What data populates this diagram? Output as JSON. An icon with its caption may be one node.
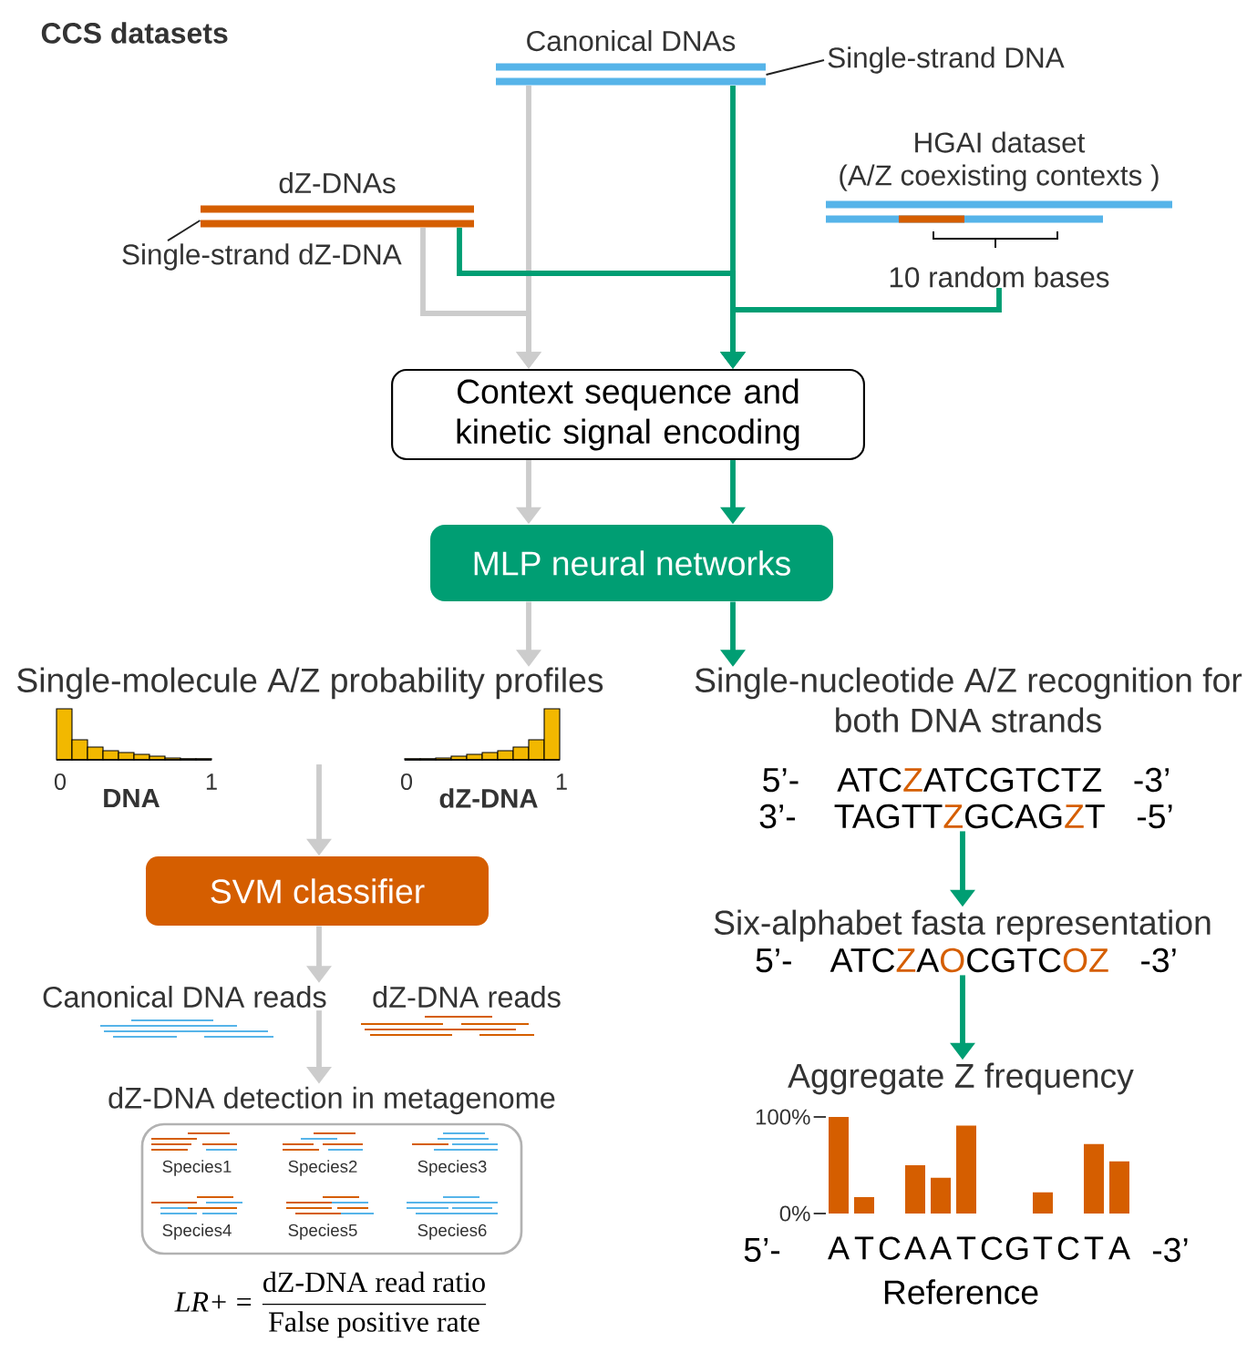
{
  "diagram": {
    "title": "CCS datasets",
    "nodes": [
      {
        "text": [
          "Canonical DNAs"
        ]
      },
      {
        "text": [
          "Single-strand DNA"
        ]
      },
      {
        "text": [
          "dZ-DNAs"
        ]
      },
      {
        "text": [
          "Single-strand dZ-DNA"
        ]
      },
      {
        "text": [
          "HGAI dataset",
          "(A/Z coexisting contexts )",
          "10 random bases"
        ]
      },
      {
        "text": [
          "Context sequence and kinetic signal encoding"
        ]
      },
      {
        "text": [
          "MLP neural networks"
        ]
      },
      {
        "text": [
          "Single-molecule A/Z probability profiles"
        ]
      },
      {
        "text": [
          "Single-nucleotide A/Z recognition for both DNA strands"
        ]
      },
      {
        "text": [
          "5’-",
          "ATC",
          "Z",
          "ATCGTCTZ",
          "-3’"
        ]
      },
      {
        "text": [
          "3’-",
          "TAGTT",
          "Z",
          "GCAG",
          "Z",
          "T",
          "-5’"
        ]
      },
      {
        "text": [
          "Six-alphabet fasta representation"
        ]
      },
      {
        "text": [
          "5’-",
          "ATC",
          "Z",
          "A",
          "O",
          "CGTC",
          "OZ",
          "-3’"
        ]
      },
      {
        "text": [
          "Aggregate Z frequency"
        ]
      },
      {
        "text": [
          "SVM classifier"
        ]
      },
      {
        "text": [
          "Canonical DNA reads"
        ]
      },
      {
        "text": [
          "dZ-DNA detection in metagenome"
        ]
      }
    ],
    "edges": [
      {
        "from": 1,
        "to": 0,
        "arrow": "none",
        "color": "#222222"
      },
      {
        "from": 3,
        "to": 2,
        "arrow": "none",
        "color": "#222222"
      },
      {
        "from": 0,
        "to": 5,
        "arrow": "to"
      },
      {
        "from": 2,
        "to": 5,
        "arrow": "to"
      },
      {
        "from": 0,
        "to": 5,
        "arrow": "to",
        "color": "#009e73"
      },
      {
        "from": 2,
        "to": 5,
        "arrow": "to",
        "color": "#009e73"
      },
      {
        "from": 4,
        "to": 5,
        "arrow": "to",
        "color": "#009e73"
      },
      {
        "from": 5,
        "to": 6,
        "arrow": "to"
      },
      {
        "from": 5,
        "to": 6,
        "arrow": "to",
        "color": "#009e73"
      },
      {
        "from": 6,
        "to": 7,
        "arrow": "to"
      },
      {
        "from": 6,
        "to": 8,
        "arrow": "to",
        "color": "#009e73"
      },
      {
        "from": 7,
        "to": 14,
        "arrow": "to"
      },
      {
        "from": 14,
        "to": 15,
        "arrow": "to"
      },
      {
        "from": 15,
        "to": 16,
        "arrow": "to"
      },
      {
        "from": 10,
        "to": 11,
        "arrow": "to",
        "color": "#009e73"
      },
      {
        "from": 12,
        "to": 13,
        "arrow": "to",
        "color": "#009e73"
      }
    ],
    "labels": [
      "0",
      "1",
      "DNA",
      "0",
      "1",
      "dZ-DNA",
      "dZ-DNA reads",
      "Species1",
      "Species2",
      "Species3",
      "Species4",
      "Species5",
      "Species6",
      "\\text{\\rmfamily\\itshape LR+ }\\text{\\rmfamily = }\\frac{\\text{\\rmfamily dZ-DNA read ratio}}{\\text{\\rmfamily False positive rate}}",
      "5’-",
      "-3’",
      "Reference"
    ],
    "chart_data": {
      "type": "bar",
      "categories": [
        "A",
        "T",
        "C",
        "A",
        "A",
        "T",
        "C",
        "G",
        "T",
        "C",
        "T",
        "A"
      ],
      "series": [
        {
          "color": "#d55e00",
          "values": [
            100,
            17,
            0,
            50,
            37,
            91,
            0,
            0,
            22,
            0,
            72,
            54
          ]
        }
      ],
      "ylim": [
        0,
        100
      ],
      "yticks": [
        {
          "value": 0,
          "label": "0%"
        },
        {
          "value": 100,
          "label": "100%"
        }
      ]
    }
  }
}
